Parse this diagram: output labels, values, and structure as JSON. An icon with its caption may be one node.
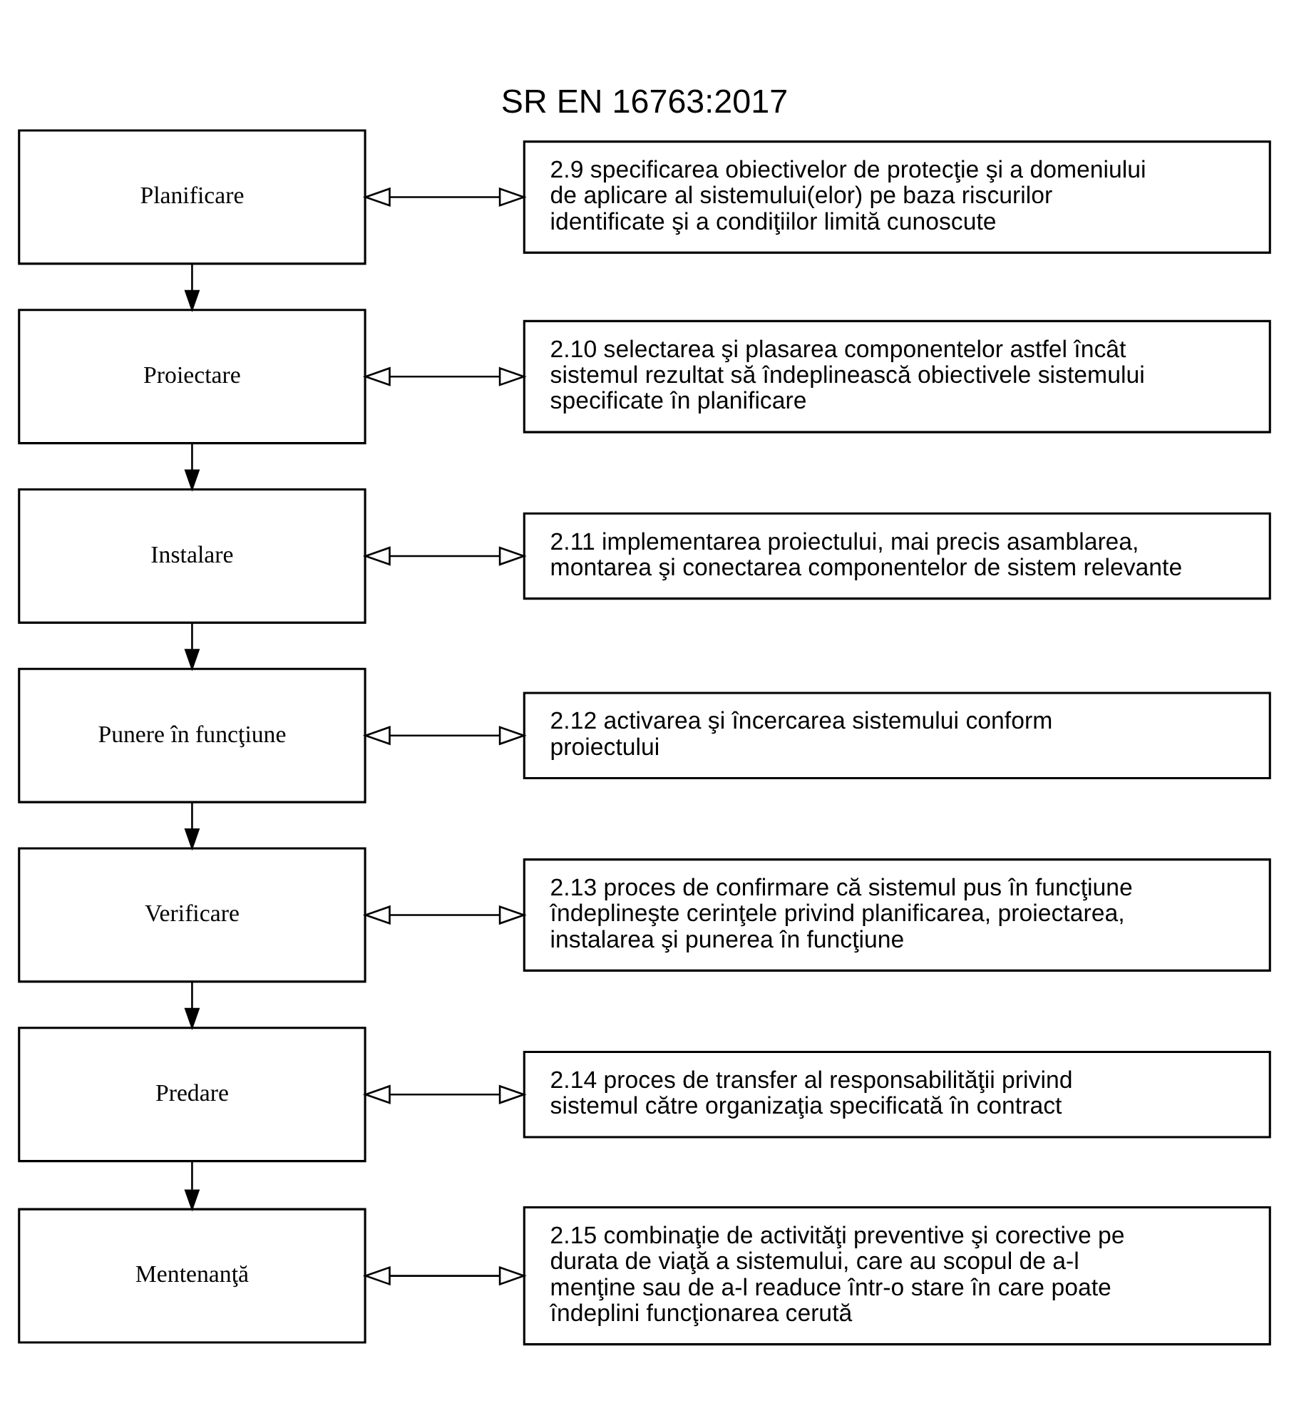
{
  "diagram": {
    "title": "SR EN 16763:2017",
    "nodes": [
      {
        "text": [
          "Planificare"
        ]
      },
      {
        "text": [
          "Proiectare"
        ]
      },
      {
        "text": [
          "Instalare"
        ]
      },
      {
        "text": [
          "Punere în funcţiune"
        ]
      },
      {
        "text": [
          "Verificare"
        ]
      },
      {
        "text": [
          "Predare"
        ]
      },
      {
        "text": [
          "Mentenanţă"
        ]
      },
      {
        "text": [
          "2.9 specificarea obiectivelor de protecţie şi a domeniului de aplicare al sistemului(elor) pe baza riscurilor identificate şi a condiţiilor limită cunoscute"
        ]
      },
      {
        "text": [
          "2.10 selectarea şi plasarea componentelor astfel încât sistemul rezultat să îndeplinească obiectivele sistemului specificate în planificare"
        ]
      },
      {
        "text": [
          "2.11 implementarea proiectului, mai precis asamblarea, montarea şi conectarea componentelor de sistem relevante"
        ]
      },
      {
        "text": [
          "2.12 activarea şi încercarea sistemului conform proiectului"
        ]
      },
      {
        "text": [
          "2.13 proces de confirmare că sistemul pus în funcţiune îndeplineşte cerinţele privind planificarea, proiectarea, instalarea şi punerea în funcţiune"
        ]
      },
      {
        "text": [
          "2.14 proces de transfer al responsabilităţii privind sistemul către organizaţia specificată în contract"
        ]
      },
      {
        "text": [
          "2.15 combinaţie de activităţi preventive şi corective pe durata de viaţă a sistemului, care au scopul de a-l menţine sau de a-l readuce într-o stare în care poate îndeplini funcţionarea cerută"
        ]
      }
    ],
    "edges": [
      {
        "from": 0,
        "to": 1,
        "arrow": "to"
      },
      {
        "from": 1,
        "to": 2,
        "arrow": "to"
      },
      {
        "from": 2,
        "to": 3,
        "arrow": "to"
      },
      {
        "from": 3,
        "to": 4,
        "arrow": "to"
      },
      {
        "from": 4,
        "to": 5,
        "arrow": "to"
      },
      {
        "from": 5,
        "to": 6,
        "arrow": "to"
      },
      {
        "from": 0,
        "to": 7,
        "arrow": "both"
      },
      {
        "from": 1,
        "to": 8,
        "arrow": "both"
      },
      {
        "from": 2,
        "to": 9,
        "arrow": "both"
      },
      {
        "from": 3,
        "to": 10,
        "arrow": "both"
      },
      {
        "from": 4,
        "to": 11,
        "arrow": "both"
      },
      {
        "from": 5,
        "to": 12,
        "arrow": "both"
      },
      {
        "from": 6,
        "to": 13,
        "arrow": "both"
      }
    ]
  }
}
